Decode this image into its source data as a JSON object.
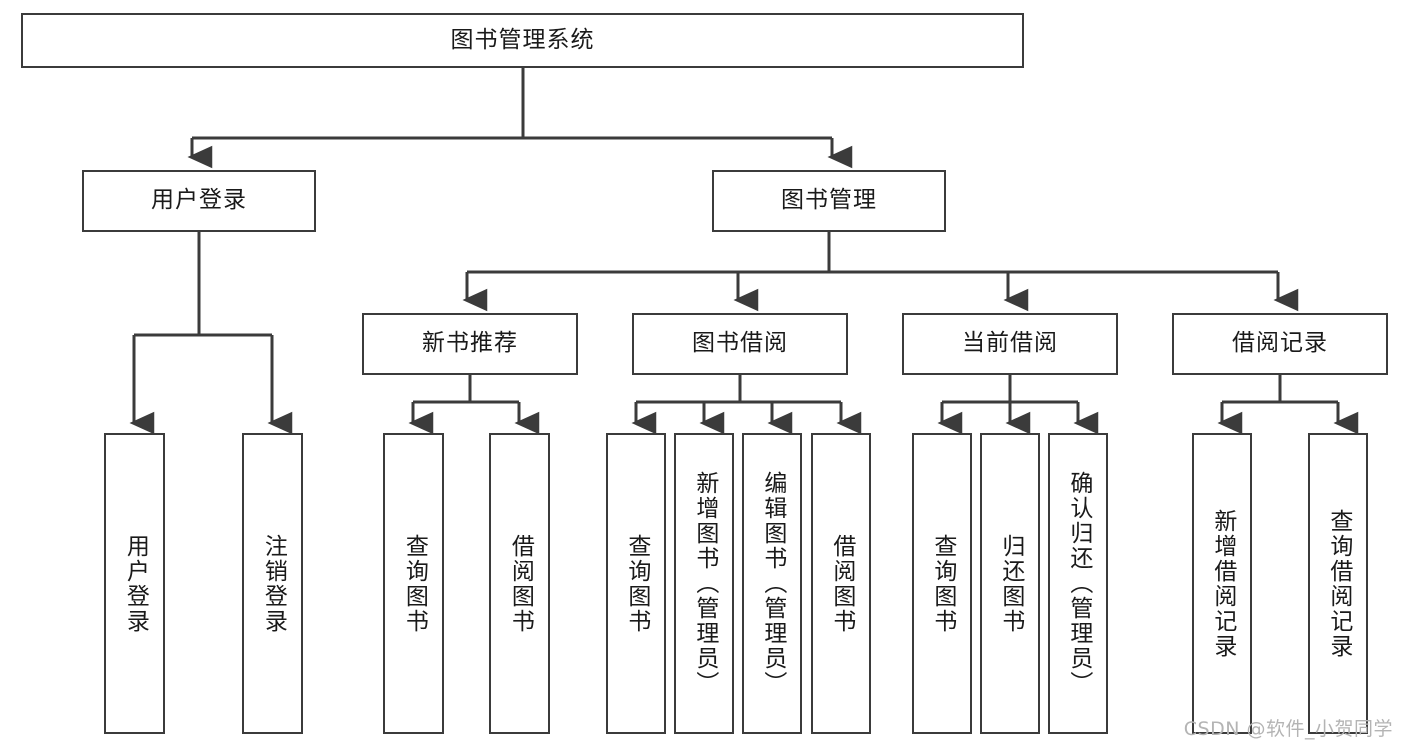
{
  "diagram": {
    "type": "tree-hierarchy",
    "title": "图书管理系统",
    "watermark": "CSDN @软件_小贺同学",
    "colors": {
      "stroke": "#3b3b3b",
      "background": "#ffffff",
      "text": "#1a1a1a",
      "watermark": "#b4b4b4"
    },
    "nodes": {
      "root": {
        "label": "图书管理系统"
      },
      "level2": [
        {
          "id": "user-login",
          "label": "用户登录"
        },
        {
          "id": "book-manage",
          "label": "图书管理"
        }
      ],
      "level3": [
        {
          "id": "new-book-recommend",
          "label": "新书推荐"
        },
        {
          "id": "book-borrow",
          "label": "图书借阅"
        },
        {
          "id": "current-borrow",
          "label": "当前借阅"
        },
        {
          "id": "borrow-record",
          "label": "借阅记录"
        }
      ],
      "leaves": {
        "user-login": [
          {
            "id": "leaf-user-login",
            "label": "用户登录"
          },
          {
            "id": "leaf-logout-login",
            "label": "注销登录"
          }
        ],
        "new-book-recommend": [
          {
            "id": "leaf-query-book-1",
            "label": "查询图书"
          },
          {
            "id": "leaf-borrow-book-1",
            "label": "借阅图书"
          }
        ],
        "book-borrow": [
          {
            "id": "leaf-query-book-2",
            "label": "查询图书"
          },
          {
            "id": "leaf-add-book",
            "label": "新增图书（管理员）"
          },
          {
            "id": "leaf-edit-book",
            "label": "编辑图书（管理员）"
          },
          {
            "id": "leaf-borrow-book-2",
            "label": "借阅图书"
          }
        ],
        "current-borrow": [
          {
            "id": "leaf-query-book-3",
            "label": "查询图书"
          },
          {
            "id": "leaf-return-book",
            "label": "归还图书"
          },
          {
            "id": "leaf-confirm-return",
            "label": "确认归还（管理员）"
          }
        ],
        "borrow-record": [
          {
            "id": "leaf-add-record",
            "label": "新增借阅记录"
          },
          {
            "id": "leaf-query-record",
            "label": "查询借阅记录"
          }
        ]
      }
    }
  }
}
